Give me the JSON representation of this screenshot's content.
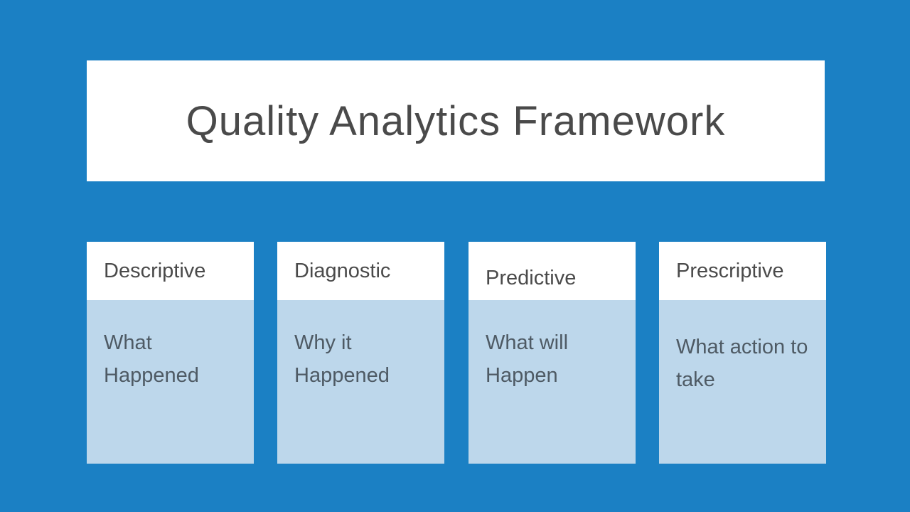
{
  "slide": {
    "title": "Quality Analytics Framework",
    "columns": [
      {
        "header": "Descriptive",
        "body": "What Happened"
      },
      {
        "header": "Diagnostic",
        "body": "Why it Happened"
      },
      {
        "header": "Predictive",
        "body": "What will Happen"
      },
      {
        "header": "Prescriptive",
        "body": "What action to take"
      }
    ],
    "colors": {
      "background": "#1b80c4",
      "panel": "#ffffff",
      "card_body": "#bdd7eb",
      "heading_text": "#4a4a4a",
      "body_text": "#4e5a64"
    }
  }
}
